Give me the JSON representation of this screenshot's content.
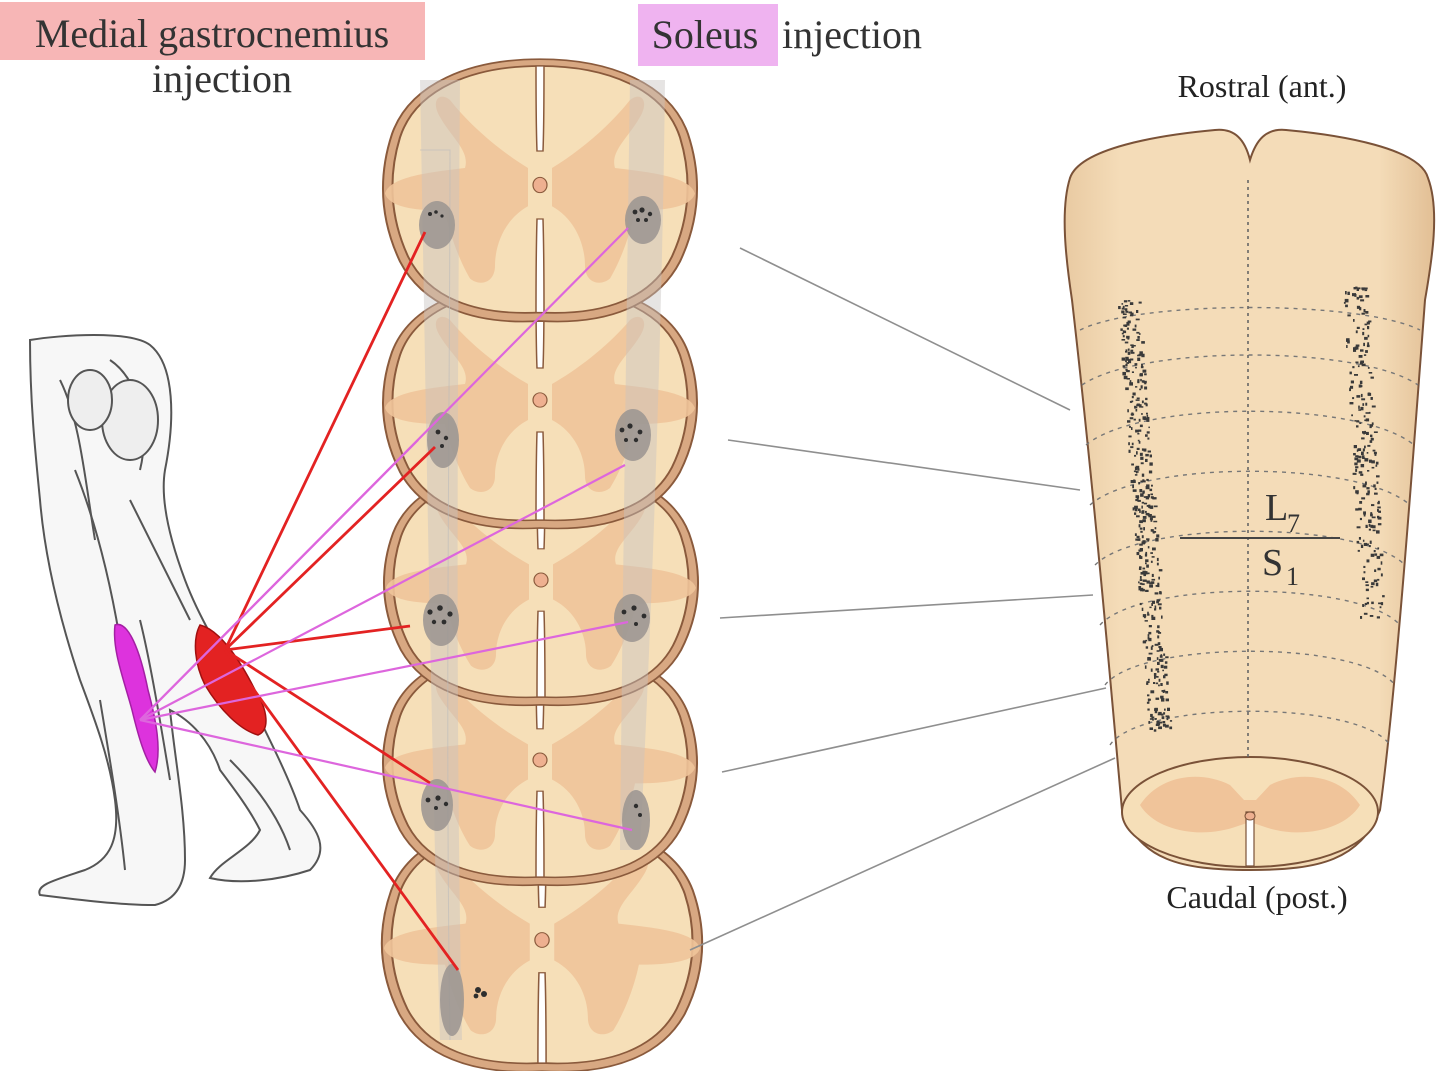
{
  "labels": {
    "medial_gastrocnemius_highlight": "Medial gastrocnemius",
    "medial_gastrocnemius_rest": "injection",
    "soleus_highlight": "Soleus",
    "soleus_rest": "injection",
    "rostral": "Rostral (ant.)",
    "caudal": "Caudal (post.)",
    "segment_upper": "L",
    "segment_upper_sub": "7",
    "segment_lower": "S",
    "segment_lower_sub": "1"
  },
  "colors": {
    "medial_gastrocnemius": "#e32222",
    "medial_gastrocnemius_label_bg": "#f7b6b6",
    "soleus": "#dd33dd",
    "soleus_label_bg": "#efb3f0",
    "white_matter": "#f6dfb8",
    "gray_matter": "#f0c49a",
    "cord_outline": "#8a5a3c",
    "connector": "#8f8f8f",
    "motor_pool": "#3a3a3a"
  },
  "structure": {
    "cross_section_count": 5
  }
}
